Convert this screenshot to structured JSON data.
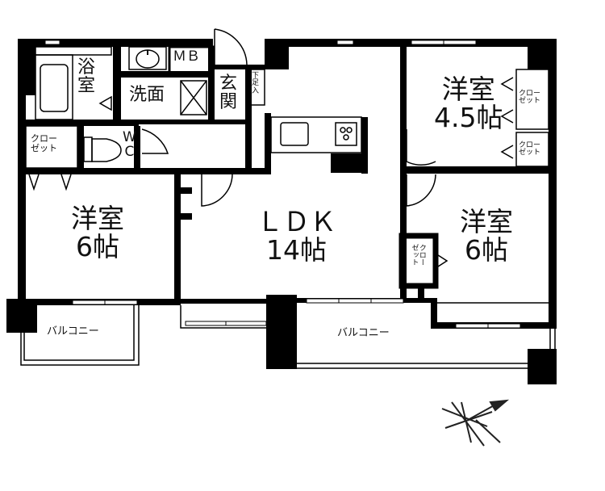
{
  "floorplan": {
    "rooms": {
      "bath": {
        "label": "浴\n室"
      },
      "washroom": {
        "label": "洗面"
      },
      "mb": {
        "label": "ＭＢ"
      },
      "entrance": {
        "label": "玄\n関"
      },
      "shoe_box": {
        "label": "下\n足\n入"
      },
      "closet_left": {
        "label": "クロー\nゼット"
      },
      "wc": {
        "label": "W\nC"
      },
      "bedroom_west": {
        "label": "洋室\n6帖"
      },
      "ldk": {
        "label": "ＬＤＫ\n14帖"
      },
      "bedroom_north": {
        "label": "洋室\n4.5帖"
      },
      "closet_north_1": {
        "label": "クロー\nゼット"
      },
      "closet_north_2": {
        "label": "クロー\nゼット"
      },
      "bedroom_east": {
        "label": "洋室\n6帖"
      },
      "closet_east": {
        "label": "クロー\nゼット"
      },
      "balcony_west": {
        "label": "バルコニー"
      },
      "balcony_south": {
        "label": "バルコニー"
      }
    },
    "compass": {
      "icon": "north-arrow-icon"
    },
    "colors": {
      "wall": "#000000",
      "line": "#222222",
      "background": "#ffffff"
    }
  }
}
